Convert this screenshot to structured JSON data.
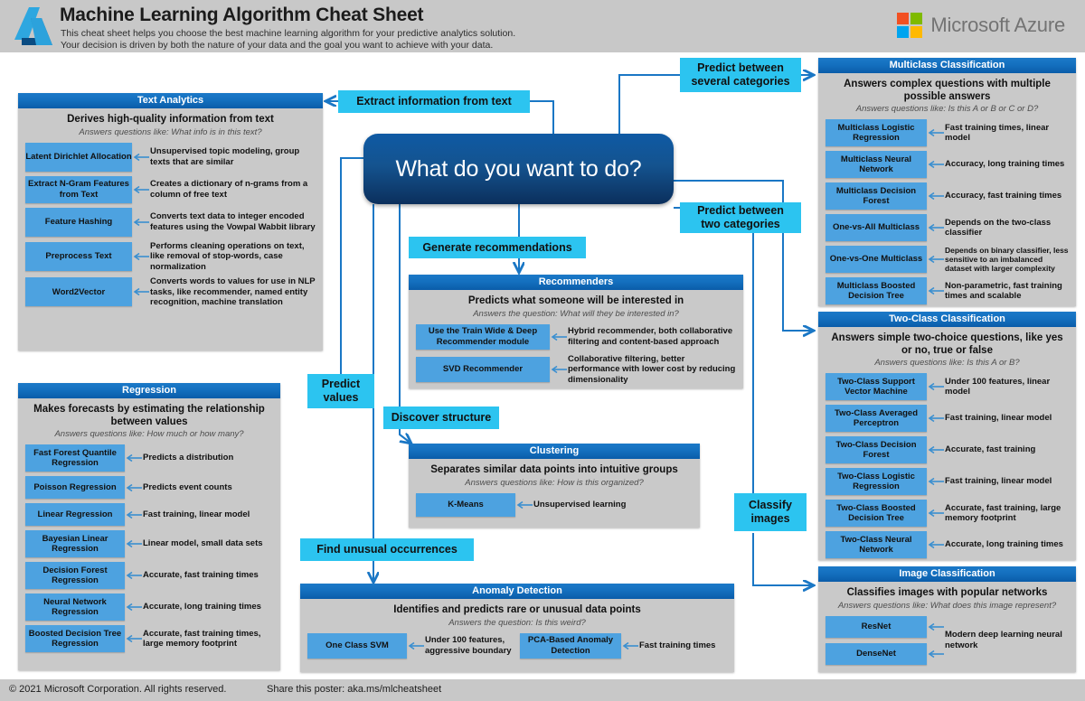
{
  "header": {
    "title": "Machine Learning Algorithm Cheat Sheet",
    "subtitle_line1": "This cheat sheet helps you choose the best machine learning algorithm for your predictive analytics solution.",
    "subtitle_line2": "Your decision is driven by both the nature of your data and the goal you want to achieve with your data.",
    "brand": "Microsoft Azure",
    "logo_icon": "azure-logo-icon",
    "brand_icon": "microsoft-squares-icon"
  },
  "footer": {
    "copyright": "© 2021 Microsoft Corporation. All rights reserved.",
    "share": "Share this poster: aka.ms/mlcheatsheet"
  },
  "hub": {
    "question": "What do you want to do?"
  },
  "colors": {
    "accent_cyan": "#2cc4f0",
    "algo_blue": "#4da2e0",
    "header_blue": "#1470bf",
    "panel_gray": "#c9c9c9",
    "wire_blue": "#1a77c5",
    "chrome_gray": "#c8c8c8"
  },
  "connectors": [
    {
      "id": "extract-information-from-text",
      "label": "Extract information from text"
    },
    {
      "id": "predict-between-several-categories",
      "label": "Predict between\nseveral categories"
    },
    {
      "id": "predict-between-two-categories",
      "label": "Predict between\ntwo categories"
    },
    {
      "id": "generate-recommendations",
      "label": "Generate recommendations"
    },
    {
      "id": "predict-values",
      "label": "Predict\nvalues"
    },
    {
      "id": "discover-structure",
      "label": "Discover structure"
    },
    {
      "id": "classify-images",
      "label": "Classify\nimages"
    },
    {
      "id": "find-unusual-occurrences",
      "label": "Find unusual occurrences"
    }
  ],
  "panels": {
    "text_analytics": {
      "title": "Text Analytics",
      "headline": "Derives high-quality information from text",
      "question": "Answers questions like: What info is in this text?",
      "algorithms": [
        {
          "name": "Latent Dirichlet Allocation",
          "desc": "Unsupervised topic modeling, group texts that are similar"
        },
        {
          "name": "Extract N-Gram Features from Text",
          "desc": "Creates a dictionary of n-grams from a column of free text"
        },
        {
          "name": "Feature Hashing",
          "desc": "Converts text data to integer encoded features using the Vowpal Wabbit library"
        },
        {
          "name": "Preprocess Text",
          "desc": "Performs cleaning operations on text, like removal of stop-words, case normalization"
        },
        {
          "name": "Word2Vector",
          "desc": "Converts words to values for use in NLP tasks, like recommender, named entity recognition, machine translation"
        }
      ]
    },
    "regression": {
      "title": "Regression",
      "headline": "Makes forecasts by estimating the relationship between values",
      "question": "Answers questions like: How much or how many?",
      "algorithms": [
        {
          "name": "Fast Forest Quantile Regression",
          "desc": "Predicts a distribution"
        },
        {
          "name": "Poisson Regression",
          "desc": "Predicts event counts"
        },
        {
          "name": "Linear Regression",
          "desc": "Fast training, linear model"
        },
        {
          "name": "Bayesian Linear Regression",
          "desc": "Linear model, small data sets"
        },
        {
          "name": "Decision Forest Regression",
          "desc": "Accurate, fast training times"
        },
        {
          "name": "Neural Network Regression",
          "desc": "Accurate, long training times"
        },
        {
          "name": "Boosted Decision Tree Regression",
          "desc": "Accurate, fast training times, large memory footprint"
        }
      ]
    },
    "recommenders": {
      "title": "Recommenders",
      "headline": "Predicts what someone will be interested in",
      "question": "Answers the question: What will they be interested in?",
      "algorithms": [
        {
          "name": "Use the Train Wide & Deep Recommender module",
          "desc": "Hybrid recommender, both collaborative filtering and content-based approach"
        },
        {
          "name": "SVD Recommender",
          "desc": "Collaborative filtering, better performance with lower cost by reducing dimensionality"
        }
      ]
    },
    "clustering": {
      "title": "Clustering",
      "headline": "Separates similar data points into intuitive groups",
      "question": "Answers questions like: How is this organized?",
      "algorithms": [
        {
          "name": "K-Means",
          "desc": "Unsupervised learning"
        }
      ]
    },
    "anomaly_detection": {
      "title": "Anomaly Detection",
      "headline": "Identifies and predicts rare or unusual data points",
      "question": "Answers the question: Is this weird?",
      "algorithms": [
        {
          "name": "One Class SVM",
          "desc": "Under 100 features, aggressive boundary"
        },
        {
          "name": "PCA-Based Anomaly Detection",
          "desc": "Fast training times"
        }
      ]
    },
    "multiclass_classification": {
      "title": "Multiclass Classification",
      "headline": "Answers complex questions with multiple possible answers",
      "question": "Answers questions like: Is this A or B or C or D?",
      "algorithms": [
        {
          "name": "Multiclass Logistic Regression",
          "desc": "Fast training times, linear model"
        },
        {
          "name": "Multiclass Neural Network",
          "desc": "Accuracy, long training times"
        },
        {
          "name": "Multiclass Decision Forest",
          "desc": "Accuracy, fast training times"
        },
        {
          "name": "One-vs-All Multiclass",
          "desc": "Depends on the two-class classifier"
        },
        {
          "name": "One-vs-One Multiclass",
          "desc": "Depends on binary classifier, less sensitive to an imbalanced dataset with larger complexity"
        },
        {
          "name": "Multiclass Boosted Decision Tree",
          "desc": "Non-parametric, fast training times and scalable"
        }
      ]
    },
    "two_class_classification": {
      "title": "Two-Class Classification",
      "headline": "Answers simple two-choice questions, like yes or no, true or false",
      "question": "Answers questions like: Is this A or B?",
      "algorithms": [
        {
          "name": "Two-Class Support Vector Machine",
          "desc": "Under 100 features, linear model"
        },
        {
          "name": "Two-Class Averaged Perceptron",
          "desc": "Fast training, linear model"
        },
        {
          "name": "Two-Class Decision Forest",
          "desc": "Accurate, fast training"
        },
        {
          "name": "Two-Class Logistic Regression",
          "desc": "Fast training, linear model"
        },
        {
          "name": "Two-Class Boosted Decision Tree",
          "desc": "Accurate, fast training, large memory footprint"
        },
        {
          "name": "Two-Class Neural Network",
          "desc": "Accurate, long training times"
        }
      ]
    },
    "image_classification": {
      "title": "Image Classification",
      "headline": "Classifies images with popular networks",
      "question": "Answers questions like: What does this image represent?",
      "algorithms": [
        {
          "name": "ResNet",
          "desc": "Modern deep learning neural network"
        },
        {
          "name": "DenseNet",
          "desc": ""
        }
      ]
    }
  }
}
